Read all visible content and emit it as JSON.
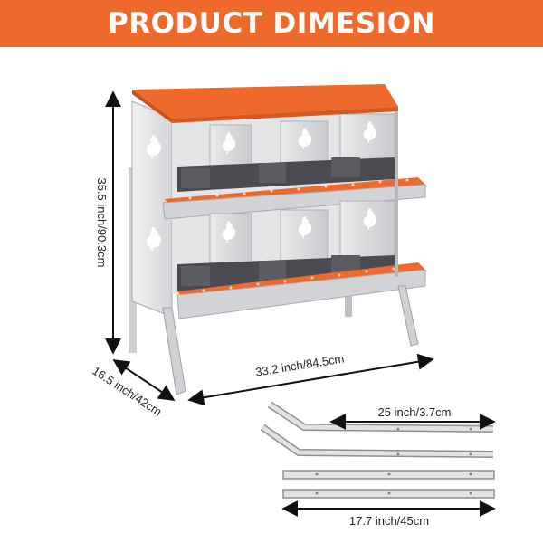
{
  "banner": {
    "title": "PRODUCT DIMESION"
  },
  "dimensions": {
    "height": "35.5 inch/90.3cm",
    "depth": "16.5 inch/42cm",
    "width": "33.2 inch/84.5cm",
    "long_leg": "25 inch/3.7cm",
    "short_leg": "17.7 inch/45cm"
  },
  "colors": {
    "banner": "#ee6a2c",
    "roof": "#ee6a2c",
    "perch": "#ee6a2c",
    "metal": "#d9dadc",
    "dark": "#4a4b50"
  },
  "icons": [
    "chicken-silhouette-icon",
    "dimension-arrow-icon"
  ]
}
